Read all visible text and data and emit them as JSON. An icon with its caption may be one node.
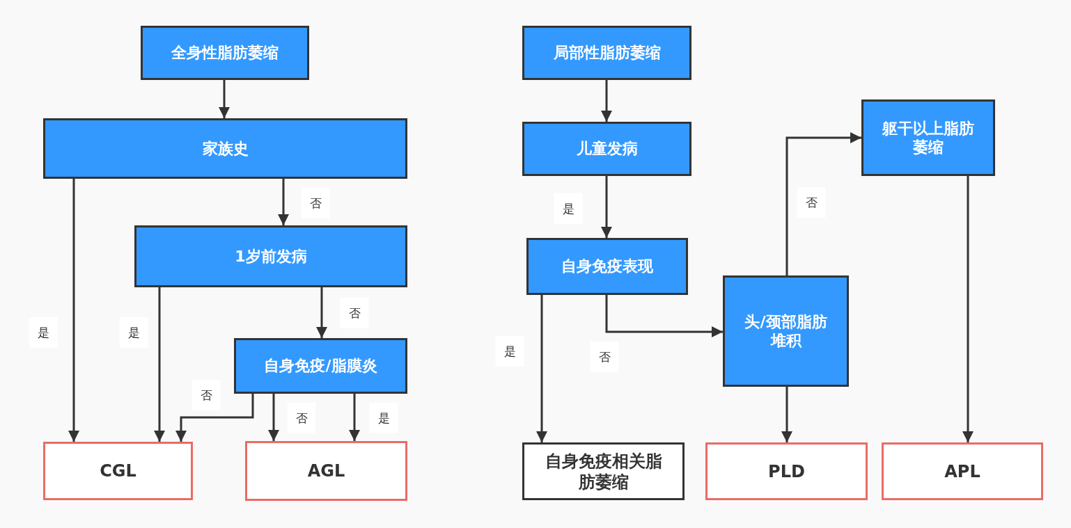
{
  "diagram": {
    "nodes": [
      {
        "text": [
          "全身性脂肪萎缩"
        ]
      },
      {
        "text": [
          "家族史"
        ]
      },
      {
        "text": [
          "1岁前发病"
        ]
      },
      {
        "text": [
          "自身免疫/脂膜炎"
        ]
      },
      {
        "text": [
          "CGL"
        ]
      },
      {
        "text": [
          "AGL"
        ]
      },
      {
        "text": [
          "局部性脂肪萎缩"
        ]
      },
      {
        "text": [
          "儿童发病"
        ]
      },
      {
        "text": [
          "自身免疫表现"
        ]
      },
      {
        "text": [
          "头/颈部脂肪堆积"
        ]
      },
      {
        "text": [
          "躯干以上脂肪萎缩"
        ]
      },
      {
        "text": [
          "自身免疫相关脂肪萎缩"
        ]
      },
      {
        "text": [
          "PLD"
        ]
      },
      {
        "text": [
          "APL"
        ]
      }
    ],
    "edges": [
      {
        "from": 0,
        "to": 1,
        "arrow": "to"
      },
      {
        "from": 1,
        "to": 4,
        "arrow": "to",
        "label": "是"
      },
      {
        "from": 1,
        "to": 2,
        "arrow": "to",
        "label": "否"
      },
      {
        "from": 2,
        "to": 4,
        "arrow": "to",
        "label": "是"
      },
      {
        "from": 2,
        "to": 3,
        "arrow": "to",
        "label": "否"
      },
      {
        "from": 3,
        "to": 4,
        "arrow": "to",
        "label": "否"
      },
      {
        "from": 3,
        "to": 5,
        "arrow": "to",
        "label": "否"
      },
      {
        "from": 3,
        "to": 5,
        "arrow": "to",
        "label": "是"
      },
      {
        "from": 6,
        "to": 7,
        "arrow": "to"
      },
      {
        "from": 7,
        "to": 8,
        "arrow": "to",
        "label": "是"
      },
      {
        "from": 8,
        "to": 11,
        "arrow": "to",
        "label": "是"
      },
      {
        "from": 8,
        "to": 9,
        "arrow": "to",
        "label": "否"
      },
      {
        "from": 9,
        "to": 10,
        "arrow": "to",
        "label": "否"
      },
      {
        "from": 9,
        "to": 12,
        "arrow": "to"
      },
      {
        "from": 10,
        "to": 13,
        "arrow": "to"
      }
    ]
  }
}
